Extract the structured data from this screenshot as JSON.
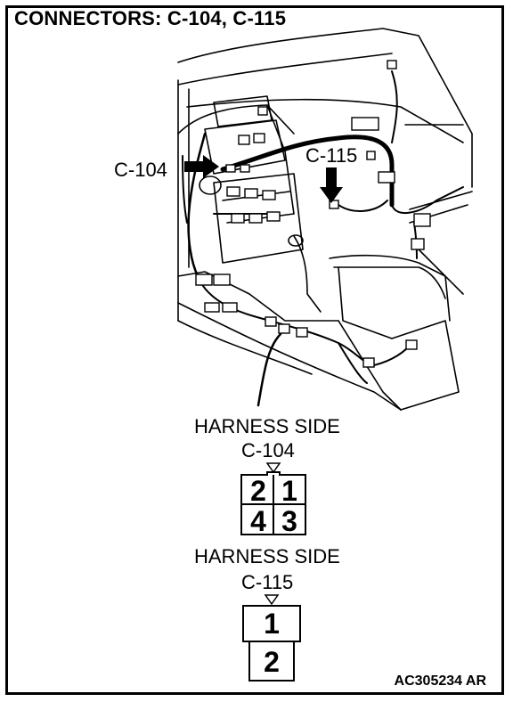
{
  "title": "CONNECTORS: C-104, C-115",
  "illustration": {
    "callout_c104": "C-104",
    "callout_c115": "C-115"
  },
  "connector_c104": {
    "header": "HARNESS SIDE",
    "name": "C-104",
    "pins": [
      "2",
      "1",
      "4",
      "3"
    ]
  },
  "connector_c115": {
    "header": "HARNESS SIDE",
    "name": "C-115",
    "pins": [
      "1",
      "2"
    ]
  },
  "figure_code": "AC305234 AR"
}
